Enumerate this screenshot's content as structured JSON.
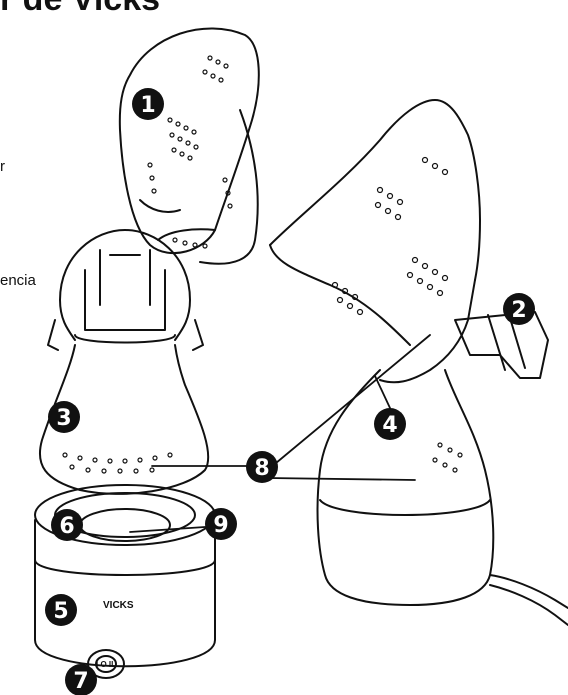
{
  "header": {
    "title_fragment": "r de Vicks"
  },
  "side_text": {
    "line1": "r",
    "line2": "encia"
  },
  "device": {
    "brand_label": "VICKS",
    "switch_label": "I O II"
  },
  "callouts": [
    {
      "number": "1",
      "name": "callout-1"
    },
    {
      "number": "2",
      "name": "callout-2"
    },
    {
      "number": "3",
      "name": "callout-3"
    },
    {
      "number": "4",
      "name": "callout-4"
    },
    {
      "number": "5",
      "name": "callout-5"
    },
    {
      "number": "6",
      "name": "callout-6"
    },
    {
      "number": "7",
      "name": "callout-7"
    },
    {
      "number": "8",
      "name": "callout-8"
    },
    {
      "number": "9",
      "name": "callout-9"
    }
  ]
}
